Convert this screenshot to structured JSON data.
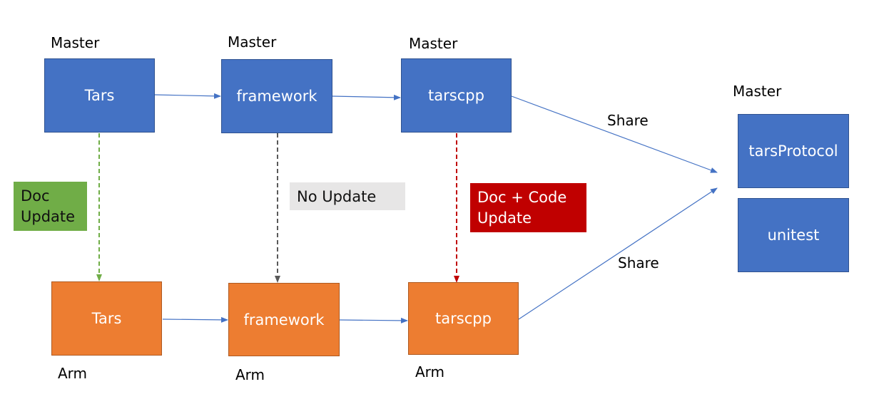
{
  "colors": {
    "master_fill": "#4472c4",
    "arm_fill": "#ed7d31",
    "arrow_blue": "#4472c4",
    "dashed_green": "#70ad47",
    "dashed_gray": "#595959",
    "dashed_red": "#c00000",
    "note_green": "#70ad47",
    "note_gray": "#e7e6e6",
    "note_red": "#c00000"
  },
  "master_row": {
    "tars": {
      "label": "Tars",
      "caption": "Master"
    },
    "framework": {
      "label": "framework",
      "caption": "Master"
    },
    "tarscpp": {
      "label": "tarscpp",
      "caption": "Master"
    }
  },
  "shared": {
    "caption": "Master",
    "protocol": "tarsProtocol",
    "unitest": "unitest"
  },
  "arm_row": {
    "tars": {
      "label": "Tars",
      "caption": "Arm"
    },
    "framework": {
      "label": "framework",
      "caption": "Arm"
    },
    "tarscpp": {
      "label": "tarscpp",
      "caption": "Arm"
    }
  },
  "notes": {
    "tars": [
      "Doc",
      "Update"
    ],
    "framework": [
      "No Update"
    ],
    "tarscpp": [
      "Doc + Code",
      "Update"
    ]
  },
  "edges": {
    "share_top": "Share",
    "share_bottom": "Share"
  }
}
